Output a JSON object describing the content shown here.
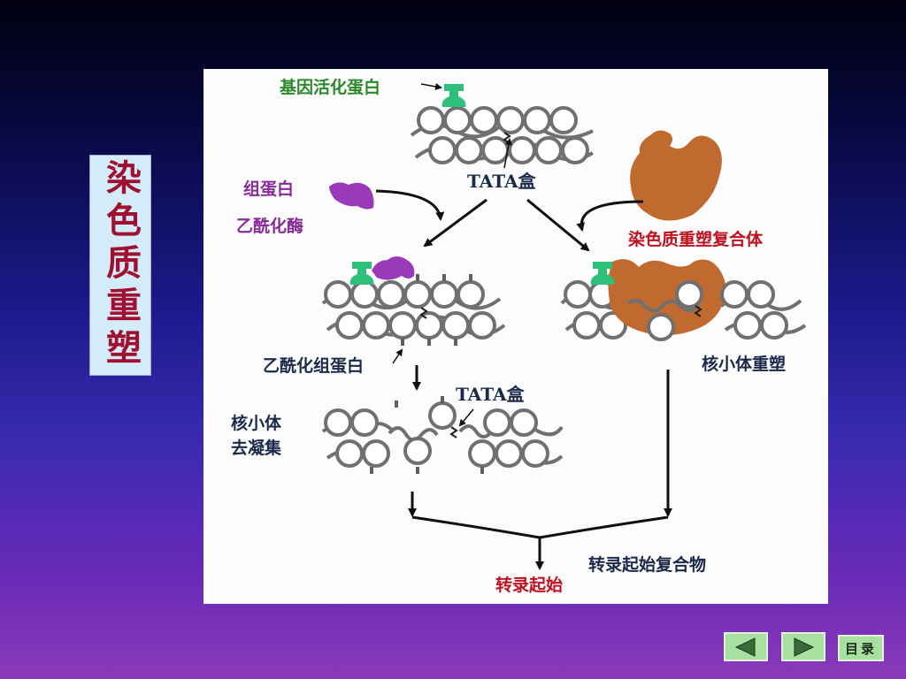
{
  "slide": {
    "side_title": "染色质重塑",
    "colors": {
      "background_top": "#000010",
      "background_bottom": "#8a3ab8",
      "title_box": "#d4ecfa",
      "title_text": "#a01030"
    }
  },
  "diagram": {
    "labels": {
      "gene_activator": "基因活化蛋白",
      "tata_box_top": "TATA盒",
      "histone": "组蛋白",
      "acetylase": "乙酰化酶",
      "remodeling_complex": "染色质重塑复合体",
      "acetylated_histone": "乙酰化组蛋白",
      "nucleosome_remodeling": "核小体重塑",
      "tata_box_mid": "TATA盒",
      "nucleosome_1": "核小体",
      "nucleosome_2": "去凝集",
      "transcription_complex": "转录起始复合物",
      "transcription_start": "转录起始"
    },
    "colors": {
      "activator": "#2ec07a",
      "acetylase": "#9a3ab8",
      "remodeling_complex": "#c06a30",
      "nucleosome_stroke": "#707070",
      "arrow": "#101010"
    }
  },
  "nav": {
    "prev_icon": "triangle-left-icon",
    "next_icon": "triangle-right-icon",
    "menu_label": "目录"
  }
}
